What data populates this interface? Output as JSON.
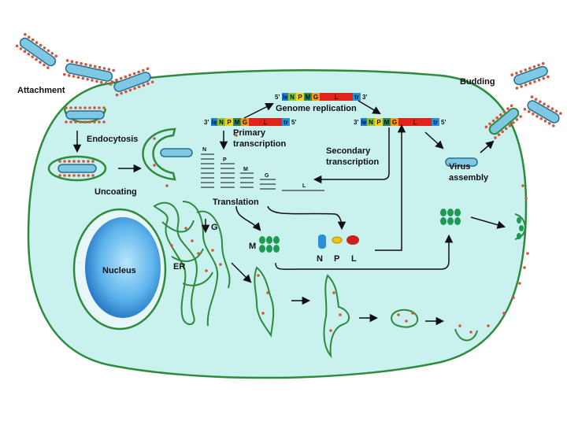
{
  "labels": {
    "attachment": "Attachment",
    "endocytosis": "Endocytosis",
    "uncoating": "Uncoating",
    "genome_replication": "Genome replication",
    "primary_transcription_1": "Primary",
    "primary_transcription_2": "transcription",
    "secondary_transcription_1": "Secondary",
    "secondary_transcription_2": "transcription",
    "translation": "Translation",
    "budding": "Budding",
    "virus_assembly_1": "Virus",
    "virus_assembly_2": "assembly",
    "nucleus": "Nucleus",
    "er": "ER",
    "protein_g": "G",
    "protein_m": "M",
    "protein_n": "N",
    "protein_p": "P",
    "protein_l": "L"
  },
  "genome": {
    "segments": [
      "le",
      "N",
      "P",
      "M",
      "G",
      "L",
      "tr"
    ],
    "five_prime": "5'",
    "three_prime": "3'"
  },
  "mrna_labels": {
    "n": "N",
    "p": "P",
    "m": "M",
    "g": "G",
    "l": "L"
  },
  "colors": {
    "cell_fill": "#c9f1ee",
    "membrane": "#2e8b3d",
    "nucleus_outer": "#2a77c6",
    "nucleus_inner": "#8fd3f5",
    "virion": "#7ec8e3",
    "spike": "#d2553d",
    "protein_green": "#1e9a55",
    "protein_n": "#2a8fd6",
    "protein_p": "#f1c40f",
    "protein_l": "#cc1f1f",
    "seg_le": "#1f7fd1",
    "seg_n": "#8ac43f",
    "seg_p": "#f1d11c",
    "seg_m": "#2e8b57",
    "seg_g": "#f19a1c",
    "seg_l": "#e0241b",
    "seg_tr": "#2a8fd6"
  }
}
